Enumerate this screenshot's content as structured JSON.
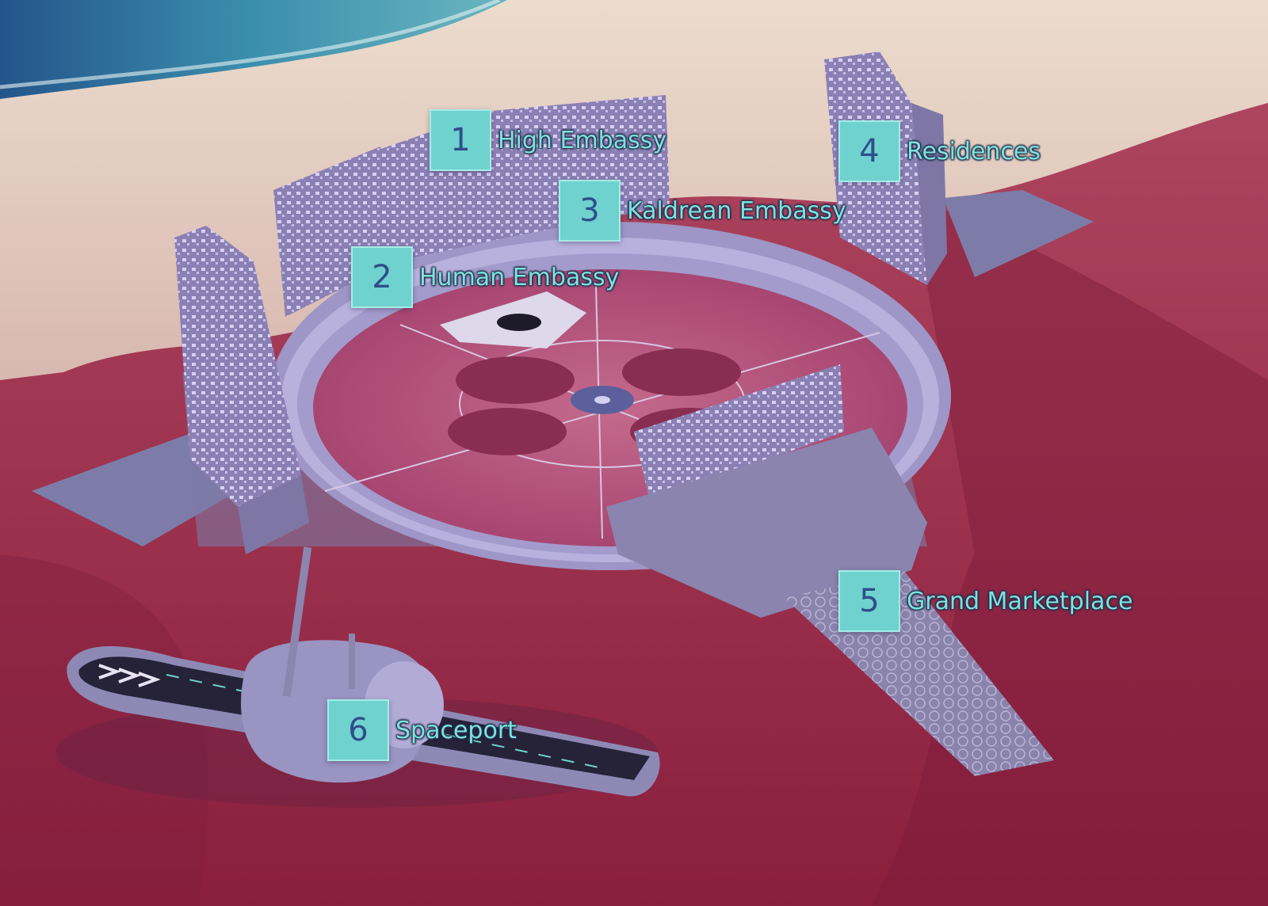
{
  "markers": [
    {
      "number": "1",
      "label": "High Embassy"
    },
    {
      "number": "2",
      "label": "Human Embassy"
    },
    {
      "number": "3",
      "label": "Kaldrean Embassy"
    },
    {
      "number": "4",
      "label": "Residences"
    },
    {
      "number": "5",
      "label": "Grand Marketplace"
    },
    {
      "number": "6",
      "label": "Spaceport"
    }
  ],
  "colors": {
    "marker_fill": "#6fd2cf",
    "marker_text": "#2f4e8a",
    "label_text": "#7de3dd",
    "forest": "#9a2d4c",
    "sand": "#e9d4c4",
    "sea": "#2f6f9c",
    "structure": "#8f86b4",
    "plaza": "#b34f76"
  }
}
